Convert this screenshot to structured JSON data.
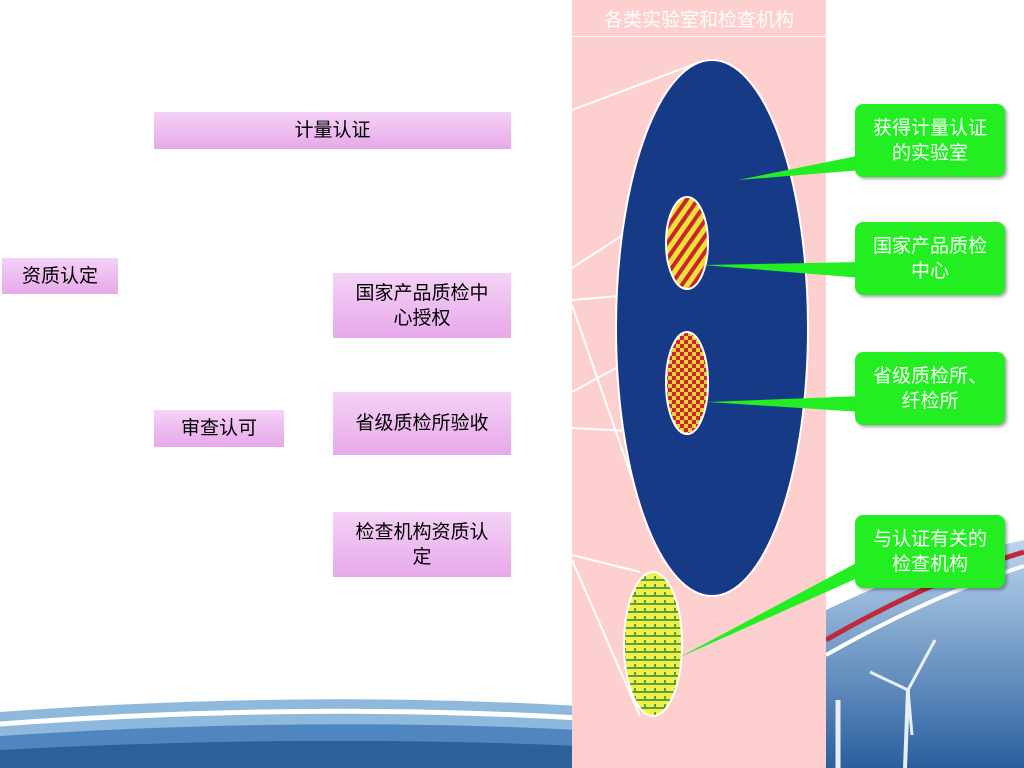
{
  "colors": {
    "column_bg": "#fdcfcf",
    "big_ellipse": "#173a86",
    "callout_green": "#22ee22",
    "label_pink": "#e7a8ea"
  },
  "column_title": "各类实验室和检查机构",
  "left": {
    "root": "资质认定",
    "metrology": "计量认证",
    "review": "审查认可"
  },
  "middle": [
    "国家产品质检中心授权",
    "省级质检所验收",
    "检查机构资质认定"
  ],
  "callouts": [
    "获得计量认证的实验室",
    "国家产品质检中心",
    "省级质检所、纤检所",
    "与认证有关的检查机构"
  ]
}
